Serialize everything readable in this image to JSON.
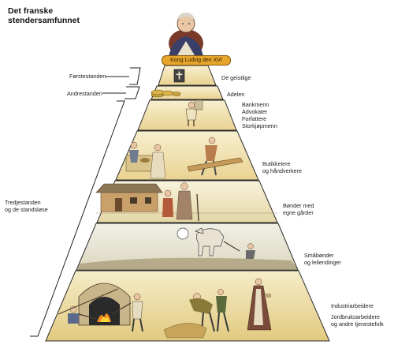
{
  "title_lines": [
    "Det franske",
    "stendersamfunnet"
  ],
  "king": "Kong Ludvig den XVI",
  "estates": {
    "first": "Førstestanden",
    "second": "Andrestanden",
    "third": [
      "Tredjestanden",
      "og de standsløse"
    ]
  },
  "groups": {
    "clergy": "De geistlige",
    "nobility": "Adelen",
    "bourgeois": [
      "Bankmenn",
      "Advokater",
      "Forfattere",
      "Storkjøpmenn"
    ],
    "merchants": [
      "Butikkeiere",
      "og håndverkere"
    ],
    "farmers_own": [
      "Bønder med",
      "egne gårder"
    ],
    "smallholders": [
      "Småbønder",
      "og leilendinger"
    ],
    "workers": [
      "Industriarbeidere",
      "",
      "Jordbruksarbeidere",
      "og andre tjenestefolk"
    ]
  },
  "colors": {
    "king_badge": "#e8a52c",
    "tier_light": "#f6ecc6",
    "tier_mid": "#efdca0",
    "tier_dark": "#e6cf86",
    "outline": "#2b2b2b"
  }
}
